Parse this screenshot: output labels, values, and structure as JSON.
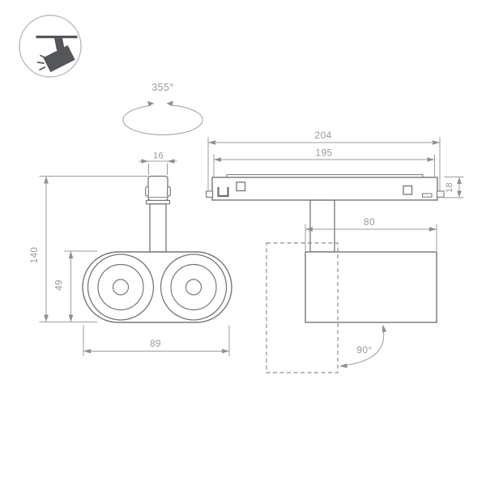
{
  "drawing": {
    "type": "technical-dimension-drawing",
    "subject": "ceiling track spotlight, two lamps, front and side views"
  },
  "icon": {
    "name": "track-spotlight-icon",
    "description": "ceiling-mounted tilted spotlight pictogram in circle"
  },
  "labels": {
    "rotation": "355°",
    "adapter_width": "16",
    "total_height": "140",
    "head_height": "49",
    "head_width": "89",
    "track_length": "204",
    "track_body_length": "195",
    "track_height": "18",
    "body_length": "80",
    "tilt_angle": "90°"
  },
  "colors": {
    "background": "#ffffff",
    "outline": "#757678",
    "dimension_lines": "#9c9d9e",
    "text": "#999a9b",
    "icon_dark": "#54565a",
    "icon_circle": "#bcbcbc",
    "dashed": "#8f8f8f"
  }
}
